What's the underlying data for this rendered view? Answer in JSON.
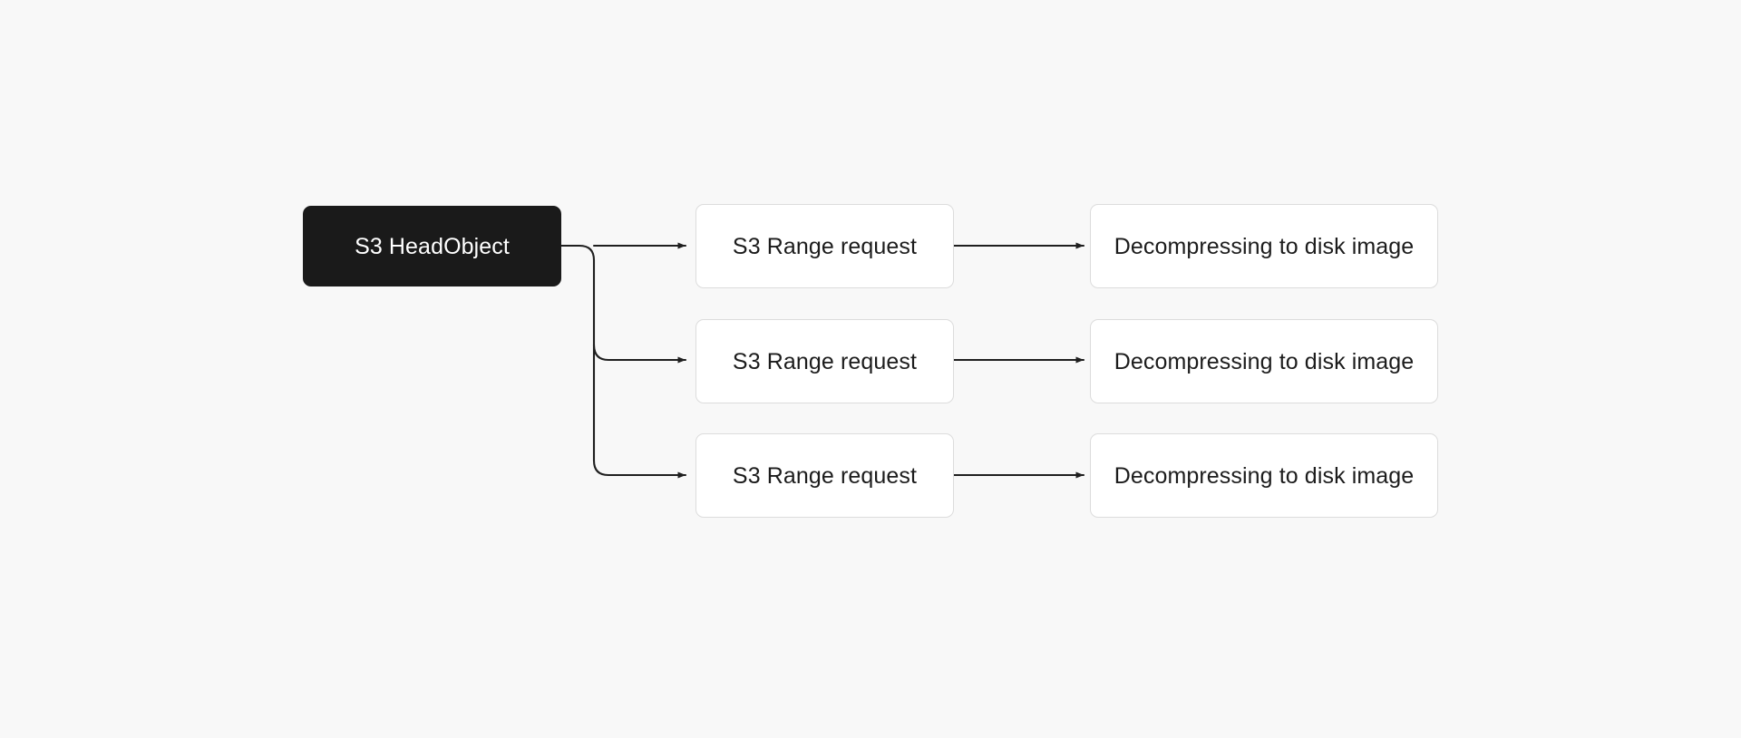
{
  "diagram": {
    "background_color": "#f8f8f8",
    "root": {
      "label": "S3 HeadObject",
      "fill": "#1a1a1a",
      "text_color": "#ffffff"
    },
    "columns": [
      {
        "name": "range-requests",
        "nodes": [
          {
            "label": "S3 Range request"
          },
          {
            "label": "S3 Range request"
          },
          {
            "label": "S3 Range request"
          }
        ]
      },
      {
        "name": "decompression",
        "nodes": [
          {
            "label": "Decompressing to disk image"
          },
          {
            "label": "Decompressing to disk image"
          },
          {
            "label": "Decompressing to disk image"
          }
        ]
      }
    ],
    "edge_color": "#1f1f1f",
    "node_border_color": "#dcdcdc",
    "node_fill": "#ffffff"
  }
}
